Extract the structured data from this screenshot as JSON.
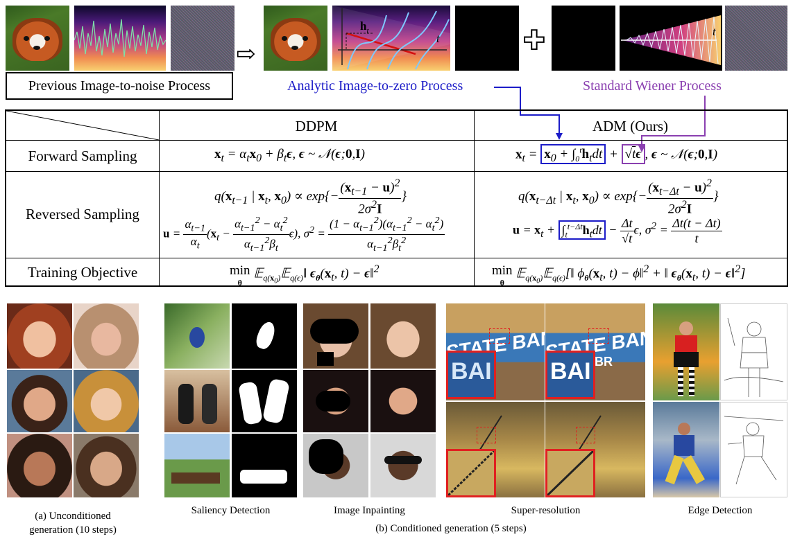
{
  "top_row": {
    "previous_label": "Previous Image-to-noise Process",
    "analytic_label": "Analytic Image-to-zero Process",
    "wiener_label": "Standard Wiener Process",
    "h_t_label": "h",
    "h_t_sub": "t",
    "t_label": "t",
    "plus_symbol": "✚",
    "arrow_symbol": "⇨",
    "colors": {
      "blue": "#1c1cc8",
      "purple": "#8a3fb0"
    }
  },
  "table": {
    "header_ddpm": "DDPM",
    "header_adm": "ADM (Ours)",
    "rows": {
      "forward": "Forward Sampling",
      "reversed": "Reversed Sampling",
      "training": "Training Objective"
    }
  },
  "gallery": {
    "captions": {
      "unconditioned_1": "(a) Unconditioned",
      "unconditioned_2": "generation (10 steps)",
      "saliency": "Saliency Detection",
      "inpainting": "Image Inpainting",
      "superres": "Super-resolution",
      "edge": "Edge Detection",
      "conditioned": "(b) Conditioned generation (5 steps)"
    },
    "sign_text_1": "STATE BANK OI",
    "sign_text_2": "KET BR",
    "sign_text_3": "BAI"
  }
}
